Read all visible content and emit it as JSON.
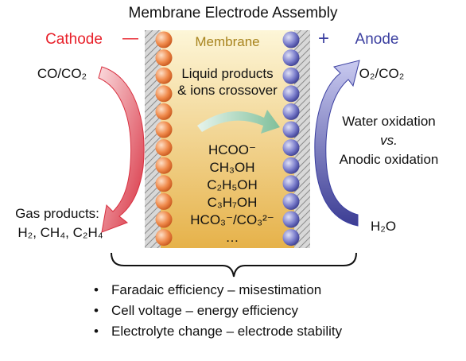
{
  "title": "Membrane Electrode Assembly",
  "cathode": {
    "label": "Cathode",
    "sign": "—",
    "color": "#e8202a"
  },
  "anode": {
    "label": "Anode",
    "sign": "+",
    "color": "#3b3fa0"
  },
  "membrane": {
    "label": "Membrane",
    "crossover_line1": "Liquid products",
    "crossover_line2": "& ions crossover",
    "species": [
      "HCOO⁻",
      "CH₃OH",
      "C₂H₅OH",
      "C₃H₇OH",
      "HCO₃⁻/CO₃²⁻",
      "…"
    ]
  },
  "cathode_side": {
    "input": "CO/CO₂",
    "output_line1": "Gas products:",
    "output_line2": "H₂, CH₄, C₂H₄"
  },
  "anode_side": {
    "output": "O₂/CO₂",
    "input": "H₂O",
    "reaction_line1": "Water oxidation",
    "reaction_line2": "vs.",
    "reaction_line3": "Anodic oxidation"
  },
  "issues": [
    "Faradaic efficiency – misestimation",
    "Cell voltage – energy efficiency",
    "Electrolyte change – electrode stability"
  ],
  "bullet": "•",
  "colors": {
    "membrane_top": "#fdf6d8",
    "membrane_bottom": "#e6b24a",
    "membrane_label": "#a8841e",
    "cathode_particle": "#f08a4b",
    "anode_particle": "#6f72c6",
    "crossover_arrow": "#8fc7a6",
    "cathode_arrow": "#e04050",
    "anode_arrow": "#5a5cb4"
  }
}
